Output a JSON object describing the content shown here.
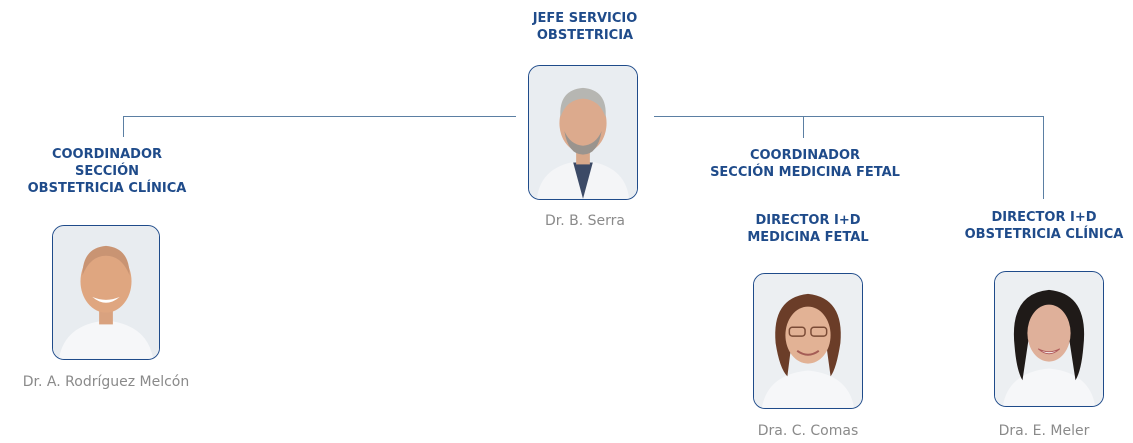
{
  "chief": {
    "title": "JEFE SERVICIO\nOBSTETRICIA",
    "name": "Dr. B. Serra"
  },
  "coord_clinica": {
    "title": "COORDINADOR\nSECCIÓN\nOBSTETRICIA CLÍNICA",
    "name": "Dr. A. Rodríguez Melcón"
  },
  "coord_fetal": {
    "title": "COORDINADOR\nSECCIÓN MEDICINA FETAL"
  },
  "dir_fetal": {
    "title": "DIRECTOR I+D\nMEDICINA FETAL",
    "name": "Dra. C. Comas"
  },
  "dir_clinica": {
    "title": "DIRECTOR I+D\nOBSTETRICIA CLÍNICA",
    "name": "Dra. E. Meler"
  },
  "colors": {
    "title": "#1f4b8a",
    "name": "#8a8a8a",
    "line": "#5b7fa3",
    "frame": "#1f4b8a"
  }
}
